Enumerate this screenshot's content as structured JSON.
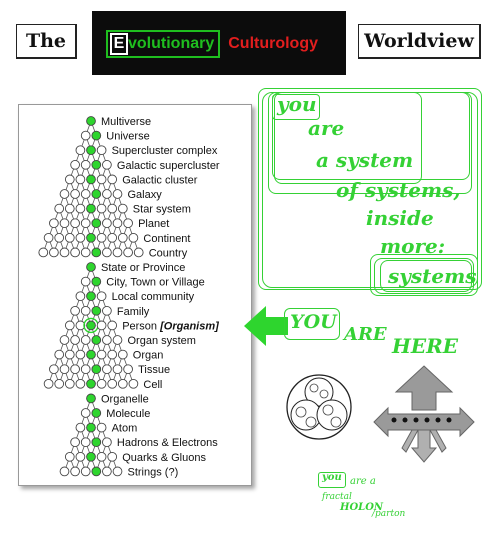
{
  "header": {
    "left_word": "The",
    "logo_first_letter": "E",
    "logo_green": "volutionary",
    "logo_red": "Culturology",
    "right_word": "Worldview"
  },
  "hierarchy": {
    "levels": [
      {
        "label": "Multiverse",
        "width": 1
      },
      {
        "label": "Universe",
        "width": 2
      },
      {
        "label": "Supercluster complex",
        "width": 3
      },
      {
        "label": "Galactic supercluster",
        "width": 4
      },
      {
        "label": "Galactic cluster",
        "width": 5
      },
      {
        "label": "Galaxy",
        "width": 6
      },
      {
        "label": "Star system",
        "width": 7
      },
      {
        "label": "Planet",
        "width": 8
      },
      {
        "label": "Continent",
        "width": 9
      },
      {
        "label": "Country",
        "width": 10
      },
      {
        "label": "State or Province",
        "width": 1
      },
      {
        "label": "City, Town or Village",
        "width": 2
      },
      {
        "label": "Local community",
        "width": 3
      },
      {
        "label": "Family",
        "width": 4
      },
      {
        "label": "Person",
        "emphasis": "[Organism]",
        "width": 5
      },
      {
        "label": "Organ system",
        "width": 6
      },
      {
        "label": "Organ",
        "width": 7
      },
      {
        "label": "Tissue",
        "width": 8
      },
      {
        "label": "Cell",
        "width": 9
      },
      {
        "label": "Organelle",
        "width": 1
      },
      {
        "label": "Molecule",
        "width": 2
      },
      {
        "label": "Atom",
        "width": 3
      },
      {
        "label": "Hadrons & Electrons",
        "width": 4
      },
      {
        "label": "Quarks & Gluons",
        "width": 5
      },
      {
        "label": "Strings (?)",
        "width": 6
      }
    ]
  },
  "message": {
    "w1": "you",
    "w2": "are",
    "w3": "a system",
    "w4": "of systems,",
    "w5": "inside",
    "w6": "more:",
    "w7": "systems"
  },
  "here": {
    "you": "YOU",
    "are": "ARE",
    "here": "HERE"
  },
  "holon": {
    "you": "you",
    "are_a": "are a",
    "fractal": "fractal",
    "holon": "HOLON",
    "parton": "/parton"
  },
  "colors": {
    "green": "#35d135",
    "node_green": "#2ed52e",
    "red": "#e21e1e",
    "arrow_gray": "#9a9a9a"
  }
}
